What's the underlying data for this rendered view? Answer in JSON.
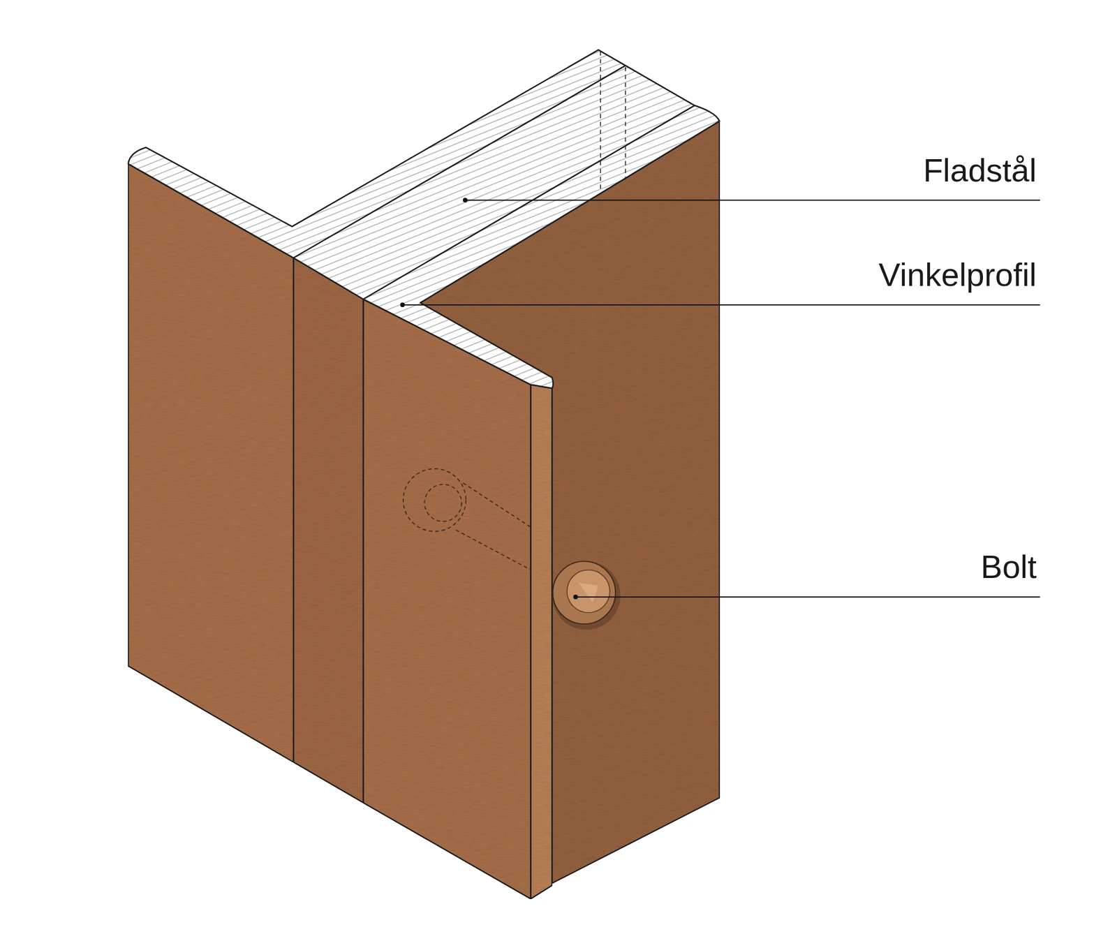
{
  "diagram": {
    "labels": [
      "Fladstål",
      "Vinkelprofil",
      "Bolt"
    ]
  }
}
